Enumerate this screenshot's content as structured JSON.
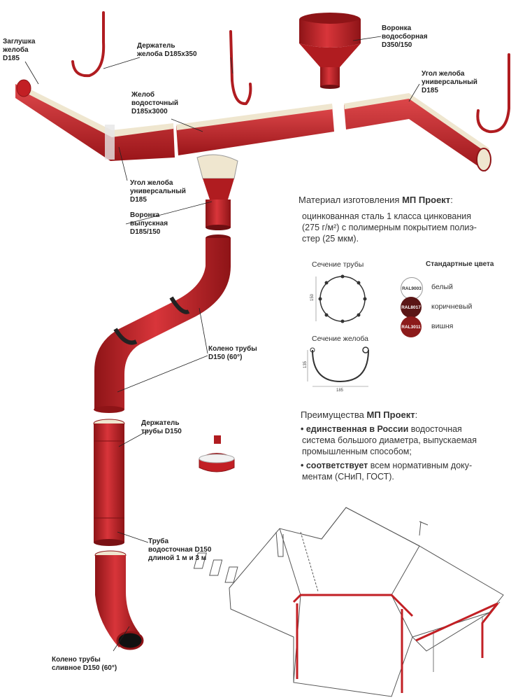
{
  "labels": {
    "zaglushka": "Заглушка\nжелоба\nD185",
    "derzhatel_zheloba": "Держатель\nжелоба D185x350",
    "voronka_vodosbornaya": "Воронка\nводосборная\nD350/150",
    "ugol_right": "Угол желоба\nуниверсальный\nD185",
    "zheloб_vodostochny": "Желоб\nводосточный\nD185x3000",
    "ugol_left": "Угол желоба\nуниверсальный\nD185",
    "voronka_vypusknaya": "Воронка\nвыпускная\nD185/150",
    "koleno_truby": "Колено трубы\nD150 (60°)",
    "derzhatel_truby": "Держатель\nтрубы D150",
    "truba": "Труба\nводосточная D150\nдлиной 1 м и 3 м",
    "koleno_slivnoe": "Колено трубы\nсливное D150 (60°)"
  },
  "material": {
    "heading_prefix": "Материал изготовления ",
    "heading_brand": "МП Проект",
    "heading_suffix": ":",
    "line1": "оцинкованная сталь 1 класса цинкования",
    "line2": "(275 г/м²) с полимерным покрытием полиэ-",
    "line3": "стер (25 мкм)."
  },
  "sections": {
    "pipe_title": "Сечение трубы",
    "pipe_dim": "150",
    "gutter_title": "Сечение желоба",
    "gutter_dim_h": "185",
    "gutter_dim_v": "135"
  },
  "colors": {
    "title": "Стандартные цвета",
    "items": [
      {
        "code": "RAL9003",
        "name": "белый",
        "hex": "#ffffff",
        "text": "#333333"
      },
      {
        "code": "RAL8017",
        "name": "коричневый",
        "hex": "#5a1616",
        "text": "#ffffff"
      },
      {
        "code": "RAL3011",
        "name": "вишня",
        "hex": "#8c1b1b",
        "text": "#ffffff"
      }
    ]
  },
  "advantages": {
    "heading_prefix": "Преимущества ",
    "heading_brand": "МП Проект",
    "heading_suffix": ":",
    "item1_bold": "единственная в России",
    "item1_rest_a": " водосточная",
    "item1_line2": "система большого диаметра, выпускаемая",
    "item1_line3": "промышленным способом;",
    "item2_bold": "соответствует",
    "item2_rest_a": " всем нормативным доку-",
    "item2_line2": "ментам (СНиП, ГОСТ)."
  },
  "palette": {
    "red": "#c21f24",
    "red_dark": "#8e1417",
    "red_light": "#e0494c",
    "cream": "#efe6cf"
  }
}
